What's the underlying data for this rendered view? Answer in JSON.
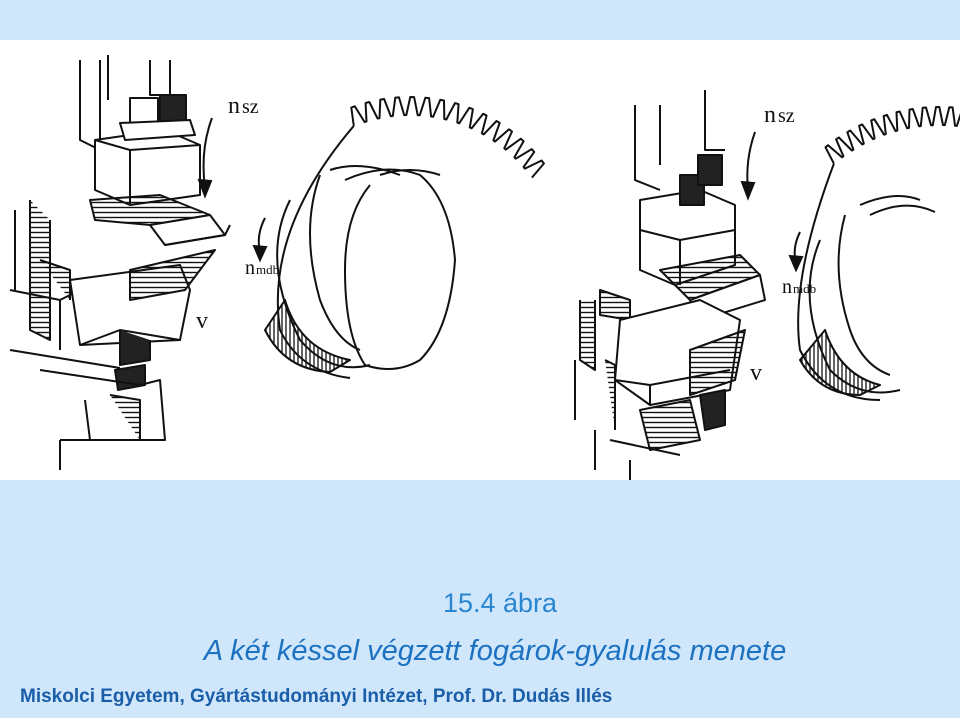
{
  "slide": {
    "background_color": "#cfe6fb",
    "figure_background": "#ffffff",
    "figure_number": "15.4 ábra",
    "caption": "A két késsel végzett fogárok-gyalulás menete",
    "footer": "Miskolci Egyetem, Gyártástudományi Intézet, Prof. Dr. Dudás Illés"
  },
  "diagram": {
    "left": {
      "label_tool_speed_main": "n",
      "label_tool_speed_sub": "sz",
      "label_gear_speed_main": "n",
      "label_gear_speed_sub": "mdb",
      "label_feed": "v"
    },
    "right": {
      "label_tool_speed_main": "n",
      "label_tool_speed_sub": "sz",
      "label_gear_speed_main": "n",
      "label_gear_speed_sub": "mdb",
      "label_feed": "v"
    }
  }
}
